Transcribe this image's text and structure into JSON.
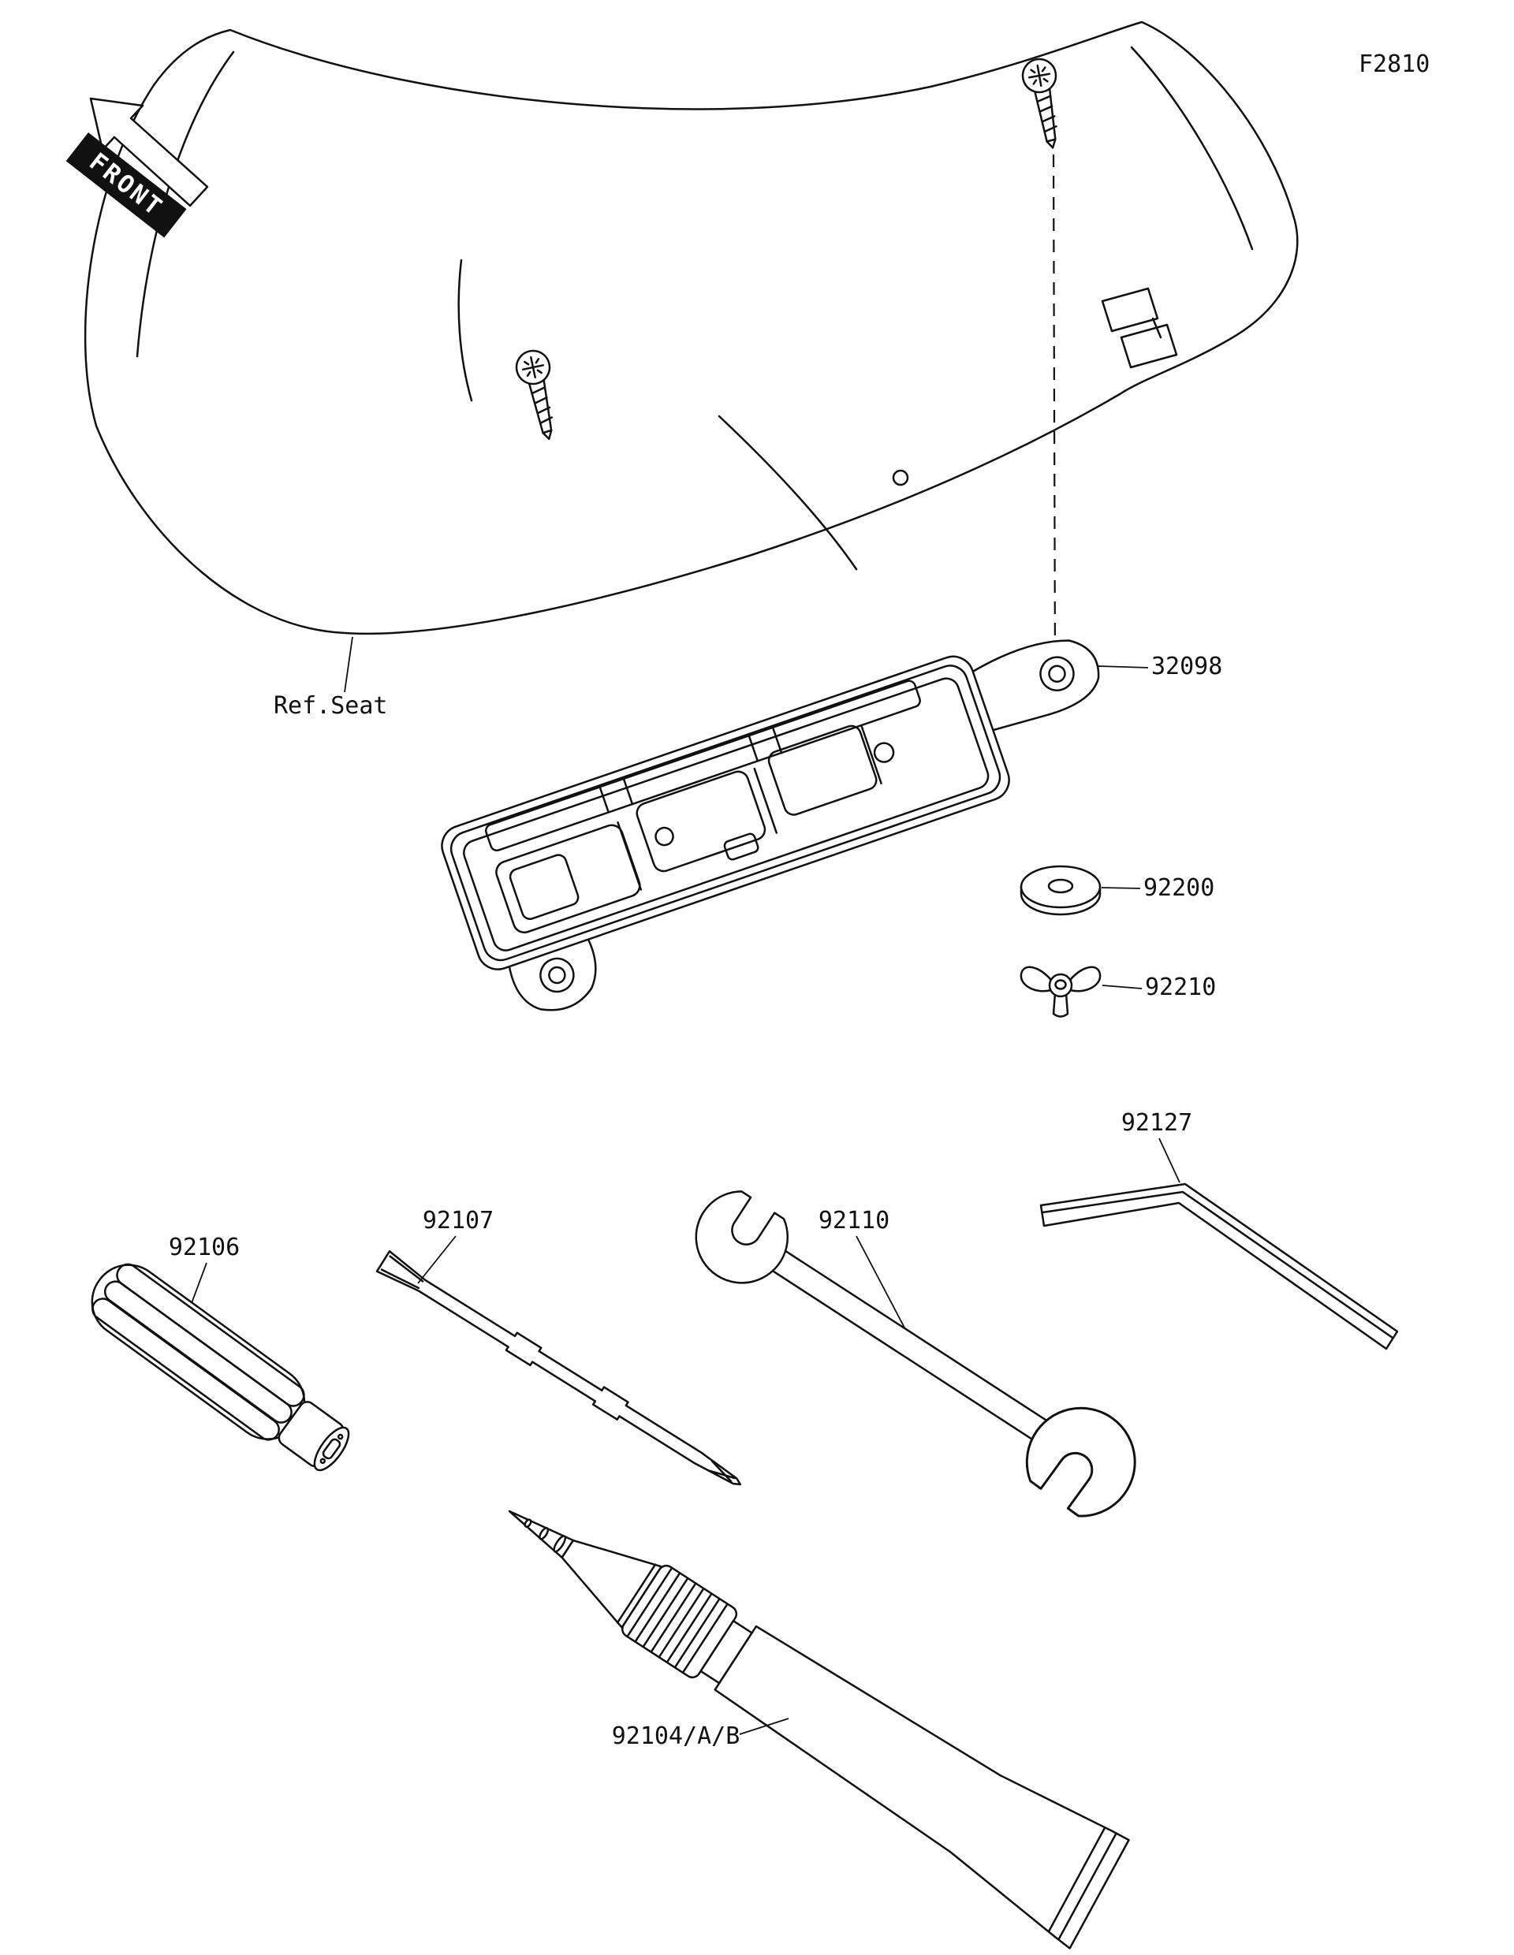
{
  "figure": {
    "code": "F2810",
    "background_color": "#ffffff",
    "line_color": "#111111"
  },
  "labels": {
    "front": "FRONT",
    "ref_seat": "Ref.Seat"
  },
  "parts": {
    "tool_case": {
      "number": "32098"
    },
    "washer": {
      "number": "92200"
    },
    "wing_nut": {
      "number": "92210"
    },
    "grip_driver": {
      "number": "92106"
    },
    "driver_bit": {
      "number": "92107"
    },
    "open_end_wrench": {
      "number": "92110"
    },
    "hex_wrench": {
      "number": "92127"
    },
    "liquid_gasket_tube": {
      "number": "92104/A/B"
    }
  }
}
